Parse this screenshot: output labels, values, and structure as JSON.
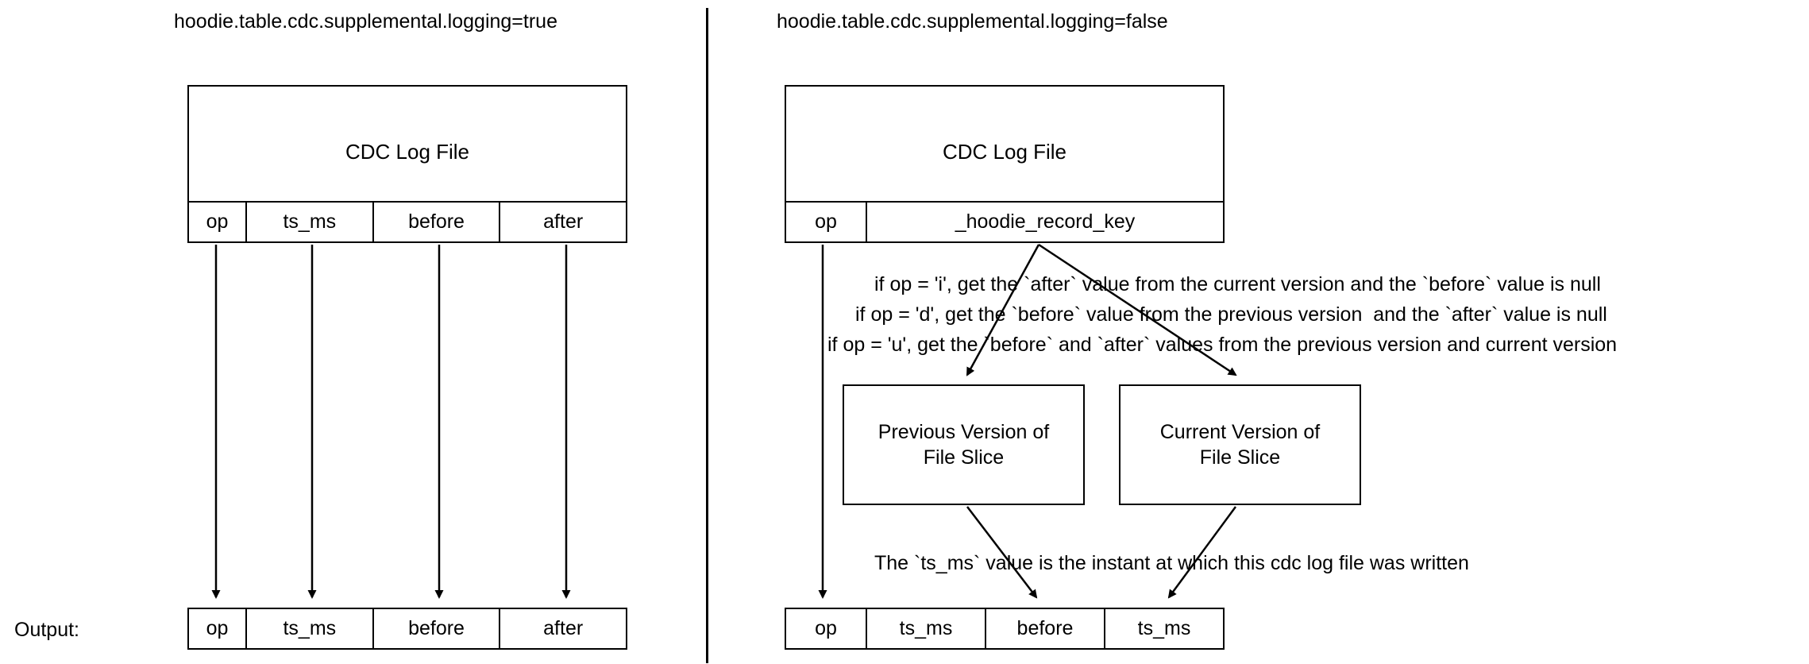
{
  "panels": {
    "left": {
      "title": "hoodie.table.cdc.supplemental.logging=true",
      "source_box_label": "CDC Log File",
      "source_columns": [
        "op",
        "ts_ms",
        "before",
        "after"
      ],
      "output_columns": [
        "op",
        "ts_ms",
        "before",
        "after"
      ]
    },
    "right": {
      "title": "hoodie.table.cdc.supplemental.logging=false",
      "source_box_label": "CDC Log File",
      "source_columns": [
        "op",
        "_hoodie_record_key"
      ],
      "output_columns": [
        "op",
        "ts_ms",
        "before",
        "ts_ms"
      ],
      "version_boxes": [
        {
          "line1": "Previous Version of",
          "line2": "File Slice"
        },
        {
          "line1": "Current Version of",
          "line2": "File Slice"
        }
      ],
      "rules": [
        "if op = 'i', get the `after` value from the current version and the `before` value is null",
        "if op = 'd', get the `before` value from the previous version  and the `after` value is null",
        "if op = 'u', get the `before` and `after` values from the previous version and current version"
      ],
      "ts_note": "The `ts_ms` value is the instant at which this cdc log file was written"
    }
  },
  "output_label": "Output:",
  "colors": {
    "stroke": "#000000",
    "background": "#ffffff",
    "text": "#000000"
  }
}
